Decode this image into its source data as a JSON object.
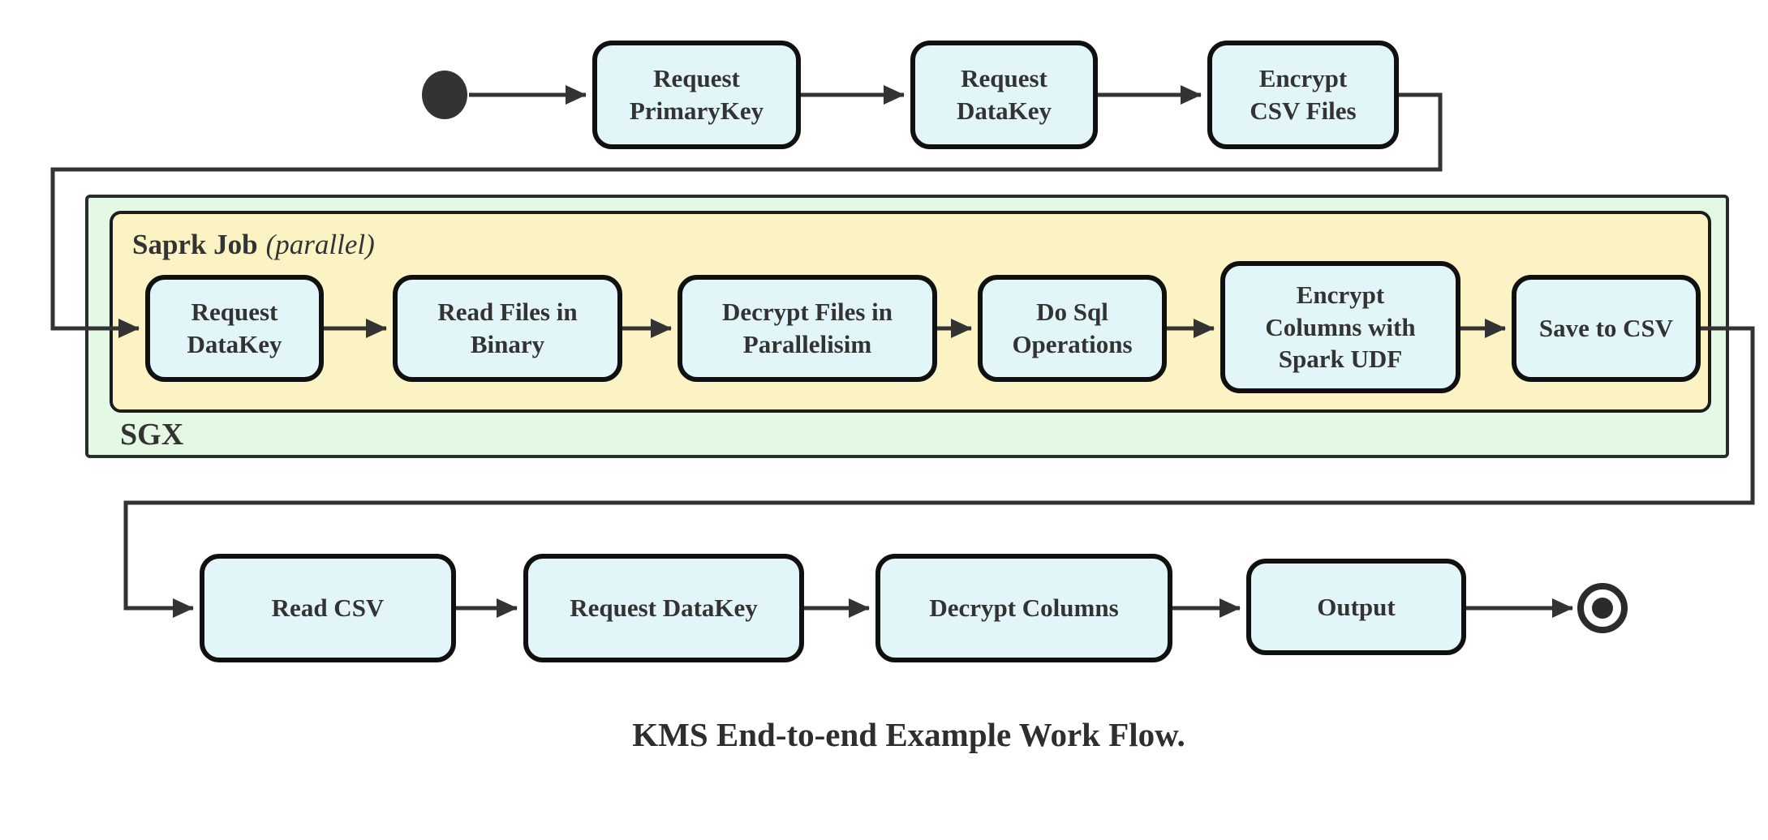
{
  "diagram": {
    "type": "activity-flowchart",
    "caption": "KMS End-to-end Example Work Flow.",
    "colors": {
      "node_fill": "#E2F6FA",
      "node_border": "#101010",
      "sgx_container_fill": "#E4F9E4",
      "spark_container_fill": "#FBF3C3",
      "line": "#333333",
      "text": "#333333",
      "background": "#FFFFFF"
    },
    "containers": {
      "sgx": {
        "label": "SGX"
      },
      "spark_job": {
        "label": "Saprk Job",
        "annotation": "(parallel)"
      }
    },
    "start_node": {
      "id": "start",
      "shape": "filled-circle"
    },
    "end_node": {
      "id": "end",
      "shape": "double-circle"
    },
    "rows": {
      "top": [
        {
          "id": "request-primarykey",
          "label": "Request\nPrimaryKey"
        },
        {
          "id": "request-datakey",
          "label": "Request\nDataKey"
        },
        {
          "id": "encrypt-csv-files",
          "label": "Encrypt\nCSV Files"
        }
      ],
      "spark": [
        {
          "id": "request-datakey-sgx",
          "label": "Request\nDataKey"
        },
        {
          "id": "read-files-in-binary",
          "label": "Read Files in\nBinary"
        },
        {
          "id": "decrypt-files-in-parallelisim",
          "label": "Decrypt Files in\nParallelisim"
        },
        {
          "id": "do-sql-operations",
          "label": "Do Sql\nOperations"
        },
        {
          "id": "encrypt-columns-with-spark-udf",
          "label": "Encrypt\nColumns with\nSpark UDF"
        },
        {
          "id": "save-to-csv",
          "label": "Save to CSV"
        }
      ],
      "bottom": [
        {
          "id": "read-csv",
          "label": "Read CSV"
        },
        {
          "id": "request-datakey-client",
          "label": "Request DataKey"
        },
        {
          "id": "decrypt-columns",
          "label": "Decrypt Columns"
        },
        {
          "id": "output",
          "label": "Output"
        }
      ]
    },
    "edges": [
      {
        "from": "start",
        "to": "request-primarykey"
      },
      {
        "from": "request-primarykey",
        "to": "request-datakey"
      },
      {
        "from": "request-datakey",
        "to": "encrypt-csv-files"
      },
      {
        "from": "encrypt-csv-files",
        "to": "request-datakey-sgx"
      },
      {
        "from": "request-datakey-sgx",
        "to": "read-files-in-binary"
      },
      {
        "from": "read-files-in-binary",
        "to": "decrypt-files-in-parallelisim"
      },
      {
        "from": "decrypt-files-in-parallelisim",
        "to": "do-sql-operations"
      },
      {
        "from": "do-sql-operations",
        "to": "encrypt-columns-with-spark-udf"
      },
      {
        "from": "encrypt-columns-with-spark-udf",
        "to": "save-to-csv"
      },
      {
        "from": "save-to-csv",
        "to": "read-csv"
      },
      {
        "from": "read-csv",
        "to": "request-datakey-client"
      },
      {
        "from": "request-datakey-client",
        "to": "decrypt-columns"
      },
      {
        "from": "decrypt-columns",
        "to": "output"
      },
      {
        "from": "output",
        "to": "end"
      }
    ]
  }
}
